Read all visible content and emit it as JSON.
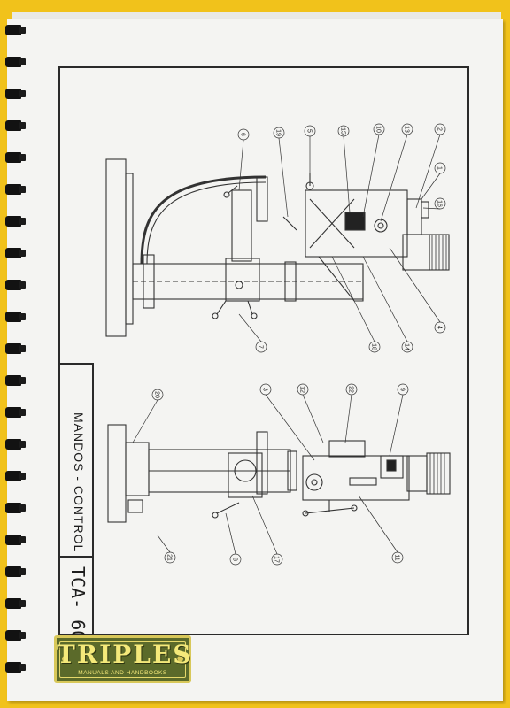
{
  "document": {
    "title_block": "MANDOS - CONTROL",
    "model_code": "TCA- 60"
  },
  "brand": {
    "name": "TRIPLES",
    "tagline": "MANUALS AND HANDBOOKS",
    "colors": {
      "background": "#5b6a2a",
      "text": "#f4e97a"
    }
  },
  "callouts_top": [
    "6",
    "19",
    "5",
    "15",
    "10",
    "13",
    "2",
    "1",
    "16",
    "7",
    "18",
    "14",
    "4"
  ],
  "callouts_bottom": [
    "20",
    "3",
    "12",
    "22",
    "9",
    "21",
    "8",
    "17",
    "11"
  ],
  "colors": {
    "binder": "#f1c21b",
    "paper": "#f4f4f2",
    "ink": "#2a2a2a"
  }
}
